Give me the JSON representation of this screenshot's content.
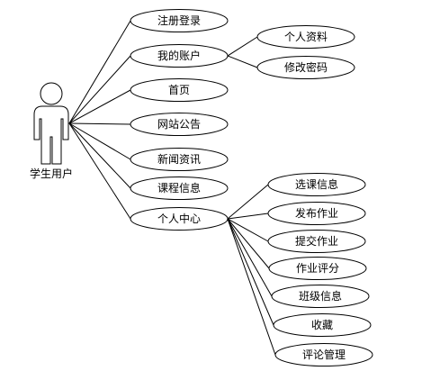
{
  "actor": {
    "name": "学生用户"
  },
  "main_use_cases": [
    "注册登录",
    "我的账户",
    "首页",
    "网站公告",
    "新闻资讯",
    "课程信息",
    "个人中心"
  ],
  "account_sub_use_cases": [
    "个人资料",
    "修改密码"
  ],
  "personal_center_sub_use_cases": [
    "选课信息",
    "发布作业",
    "提交作业",
    "作业评分",
    "班级信息",
    "收藏",
    "评论管理"
  ]
}
